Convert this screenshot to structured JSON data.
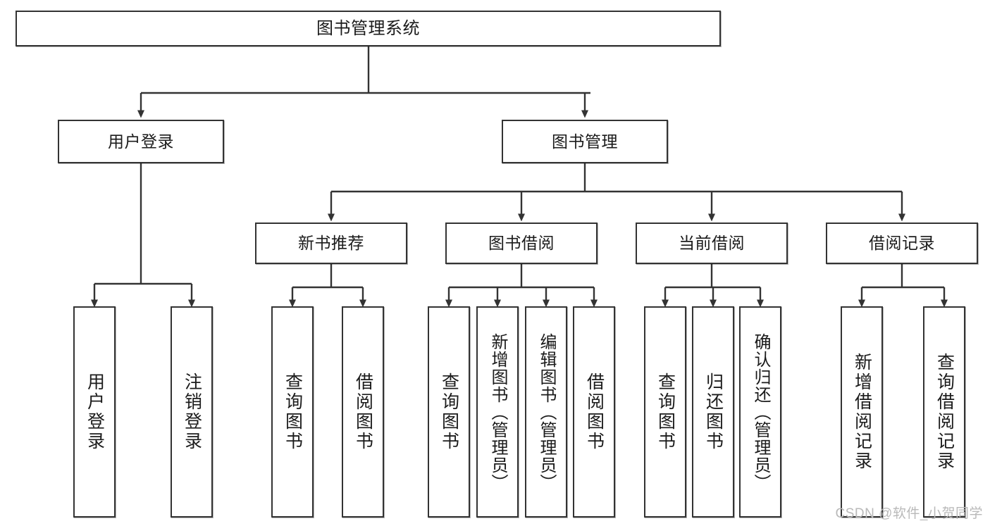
{
  "diagram": {
    "type": "hierarchy-tree",
    "title": "图书管理系统",
    "watermark": "CSDN @软件_小贺同学",
    "colors": {
      "box_border": "#333333",
      "box_fill": "#ffffff",
      "text": "#1b1b1b",
      "watermark": "#b9b9b9",
      "background": "#ffffff"
    },
    "levels": {
      "root": {
        "label": "图书管理系统"
      },
      "level2": [
        {
          "label": "用户登录"
        },
        {
          "label": "图书管理"
        }
      ],
      "level3": [
        {
          "label": "新书推荐"
        },
        {
          "label": "图书借阅"
        },
        {
          "label": "当前借阅"
        },
        {
          "label": "借阅记录"
        }
      ],
      "leaves": [
        {
          "label": "用户登录",
          "parent": "用户登录"
        },
        {
          "label": "注销登录",
          "parent": "用户登录"
        },
        {
          "label": "查询图书",
          "parent": "新书推荐"
        },
        {
          "label": "借阅图书",
          "parent": "新书推荐"
        },
        {
          "label": "查询图书",
          "parent": "图书借阅"
        },
        {
          "label": "新增图书（管理员）",
          "parent": "图书借阅"
        },
        {
          "label": "编辑图书（管理员）",
          "parent": "图书借阅"
        },
        {
          "label": "借阅图书",
          "parent": "图书借阅"
        },
        {
          "label": "查询图书",
          "parent": "当前借阅"
        },
        {
          "label": "归还图书",
          "parent": "当前借阅"
        },
        {
          "label": "确认归还（管理员）",
          "parent": "当前借阅"
        },
        {
          "label": "新增借阅记录",
          "parent": "借阅记录"
        },
        {
          "label": "查询借阅记录",
          "parent": "借阅记录"
        }
      ]
    }
  }
}
